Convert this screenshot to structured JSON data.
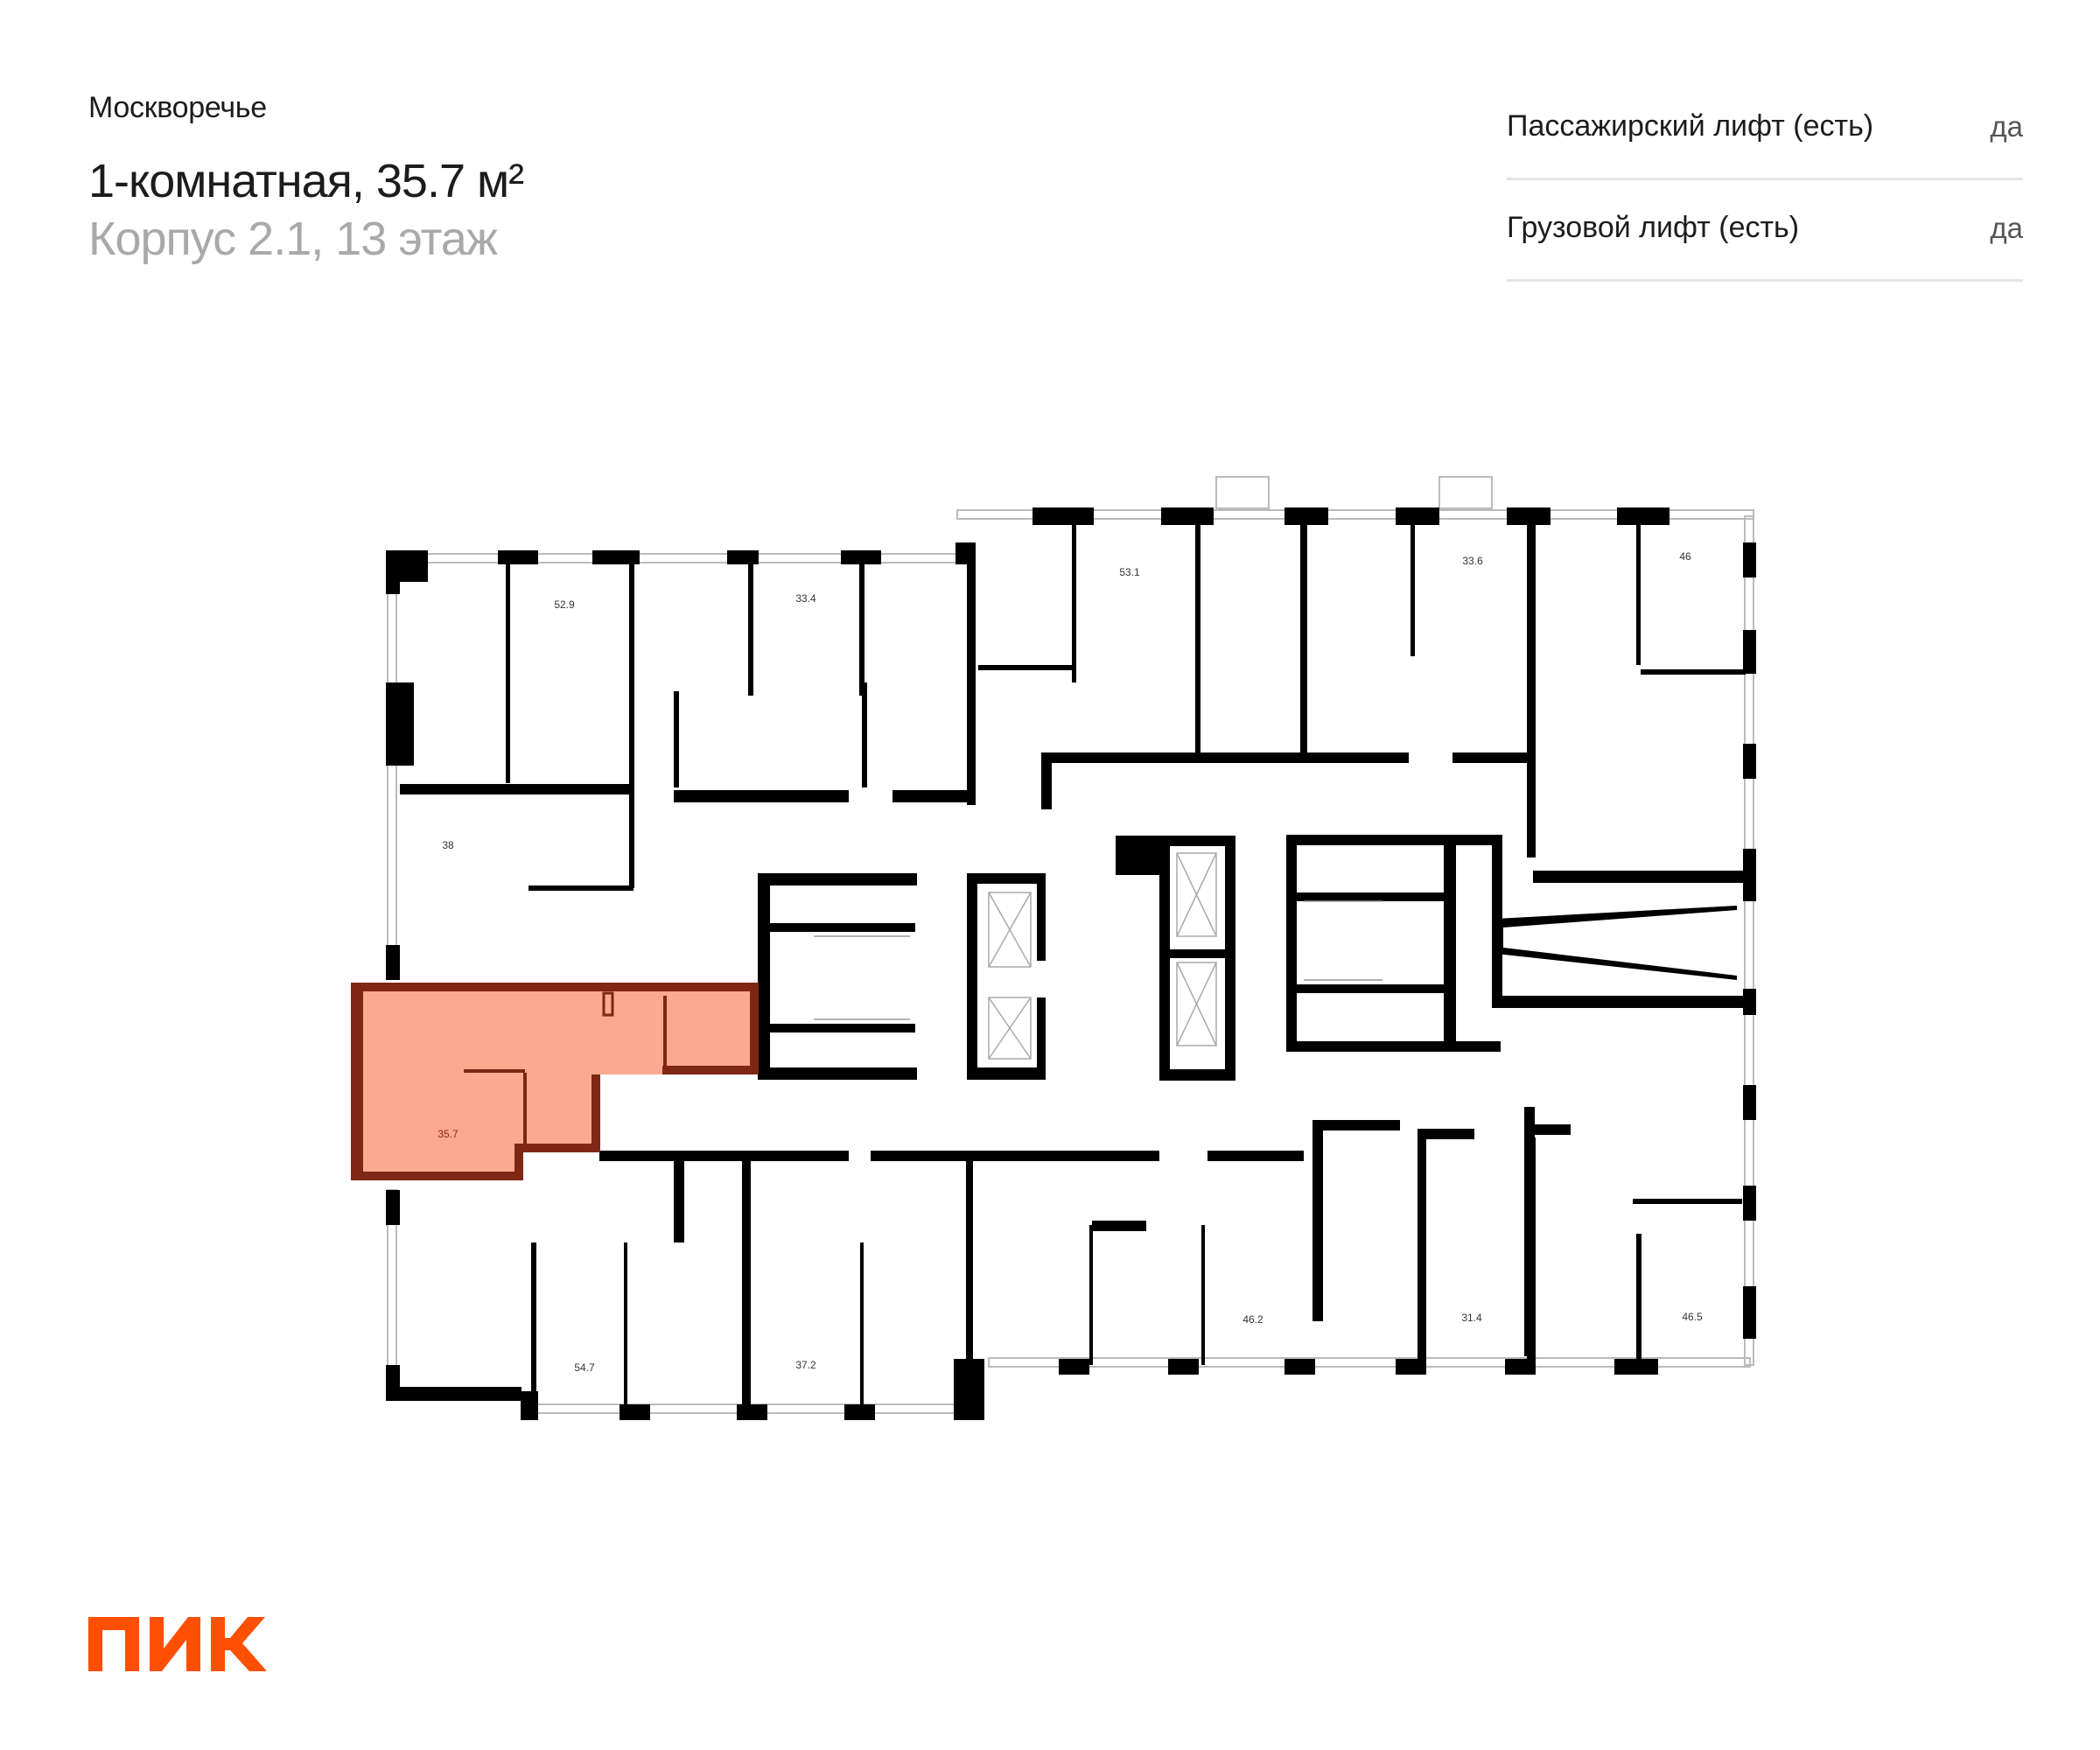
{
  "header": {
    "project": "Москворечье",
    "title": "1-комнатная, 35.7 м²",
    "subtitle": "Корпус 2.1, 13 этаж"
  },
  "properties": [
    {
      "label": "Пассажирский лифт (есть)",
      "value": "да"
    },
    {
      "label": "Грузовой лифт (есть)",
      "value": "да"
    }
  ],
  "floor_plan": {
    "selected_area": "35.7",
    "apartments": [
      "52.9",
      "33.4",
      "53.1",
      "33.6",
      "46",
      "38",
      "35.7",
      "54.7",
      "37.2",
      "46.2",
      "31.4",
      "46.5"
    ]
  },
  "brand": {
    "logo_text": "ПИК",
    "color": "#FF4F00"
  },
  "colors": {
    "highlight_fill": "#FBA98F",
    "highlight_wall": "#7E2714",
    "wall": "#000000"
  }
}
